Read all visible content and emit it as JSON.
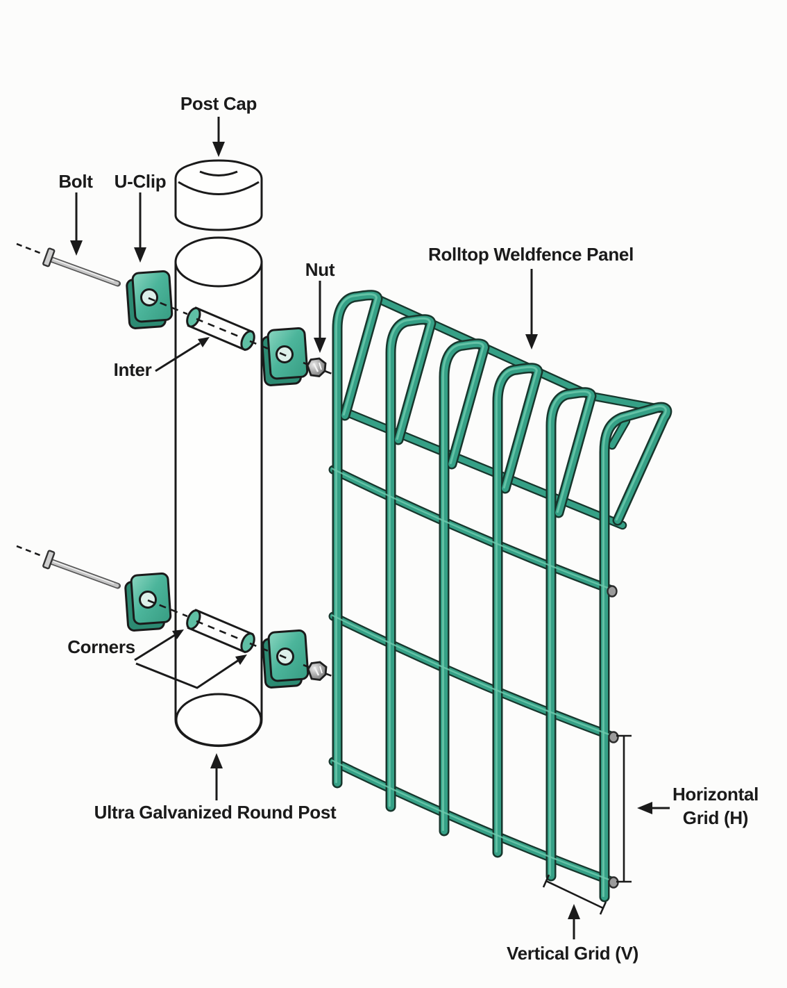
{
  "labels": {
    "post_cap": "Post Cap",
    "bolt": "Bolt",
    "u_clip": "U-Clip",
    "nut": "Nut",
    "inter": "Inter",
    "corners": "Corners",
    "round_post": "Ultra Galvanized Round Post",
    "panel": "Rolltop Weldfence Panel",
    "h_grid": {
      "line1": "Horizontal",
      "line2": "Grid (H)"
    },
    "v_grid": "Vertical Grid (V)"
  },
  "colors": {
    "background": "#fcfcfb",
    "wire-green": "#35a086",
    "wire-outline": "#17362c",
    "wire-highlight": "#6cc8ab",
    "clip-face": "#4cb59b",
    "clip-face-light": "#8ad6c0",
    "clip-side": "#2c8a72",
    "tube-end": "#5fbfa4",
    "metal-light": "#d8d8d8",
    "metal-mid": "#9b9b9b",
    "line-ink": "#1a1a1a"
  }
}
